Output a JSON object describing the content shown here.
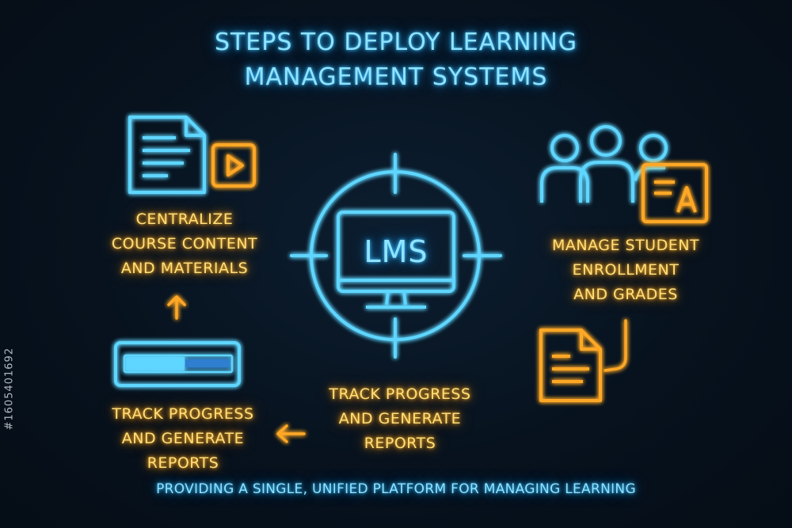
{
  "diagram": {
    "title_line1": "STEPS TO DEPLOY LEARNING",
    "title_line2": "MANAGEMENT SYSTEMS",
    "center_label": "LMS",
    "steps": [
      {
        "line1": "CENTRALIZE",
        "line2": "COURSE CONTENT",
        "line3": "AND MATERIALS"
      },
      {
        "line1": "MANAGE STUDENT",
        "line2": "ENROLLMENT",
        "line3": "AND GRADES"
      },
      {
        "line1": "TRACK PROGRESS",
        "line2": "AND GENERATE",
        "line3": "REPORTS"
      },
      {
        "line1": "TRACK PROGRESS",
        "line2": "AND GENERATE",
        "line3": "REPORTS"
      }
    ],
    "footer": "PROVIDING A SINGLE, UNIFIED PLATFORM FOR MANAGING LEARNING",
    "side_id": "#1605401692",
    "colors": {
      "blue": "#55d0ff",
      "amber": "#ffb62e",
      "background": "#07121e"
    }
  }
}
